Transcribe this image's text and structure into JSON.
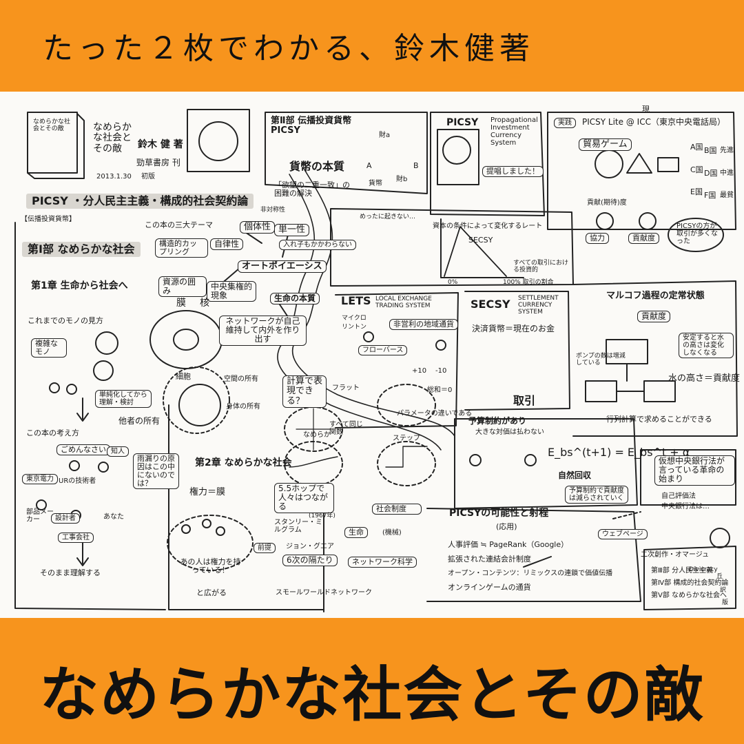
{
  "header": {
    "series_title": "たった２枚でわかる、鈴木健著"
  },
  "footer": {
    "book_title": "なめらかな社会とその敵"
  },
  "sketch": {
    "book_block": {
      "cover": "なめらかな社会とその敵",
      "title": "なめらかな社会とその敵",
      "author": "鈴木 健 著",
      "publisher": "勁草書房 刊",
      "date": "2013.1.30",
      "edition": "初版"
    },
    "picsy_header": "PICSY ・分人民主主義・構成的社会契約論",
    "picsy_note": "【伝播投資貨幣】",
    "three_themes": "この本の三大テーマ",
    "part1": "第Ⅰ部 なめらかな社会",
    "chapter1": "第1章 生命から社会へ",
    "old_view": "これまでのモノの見方",
    "complex": "複雑なモノ",
    "simplify": "単純化してから 理解・検討",
    "this_view": "この本の考え方",
    "company": "東京電力",
    "ur": "URの技術者",
    "maker": "部品メーカー",
    "designer": "設計者",
    "builder": "工事会社",
    "sorry": "ごめんなさい",
    "acquaint": "知人",
    "you": "あなた",
    "leak": "雨漏りの原因はこの中にないのでは？",
    "understand": "そのまま理解する",
    "kotai": "個体性",
    "hitaisho": "非対称性",
    "tanitsu": "単一性",
    "jiritsu": "自律性",
    "kouzou": "構造的カップリング",
    "ochikata": "入れ子もかかわらない",
    "autopoiesis": "オートポイエーシス",
    "shigen": "資源の囲み",
    "chuou": "中央集権的現象",
    "seimei": "生命の本質",
    "maku": "膜",
    "kaku": "核",
    "saibou": "細胞",
    "network_self": "ネットワークが自己維持して内外を作り出す",
    "kukan": "空間の所有",
    "shintai": "身体の所有",
    "tasha": "他者の所有",
    "keisan": "計算で表現できる？",
    "flat": "フラット",
    "kansuu": "すべて同じ関数",
    "param": "パラメータの違いである",
    "nameraka": "なめらか",
    "step": "ステップ",
    "chapter2": "第2章 なめらかな社会",
    "power": "権力＝膜",
    "five": "5.5ホップで人々はつながる",
    "year": "(1967年)",
    "milgram": "スタンリー・ミルグラム",
    "shugi": "前提",
    "jojin": "ジョン・グエア",
    "six": "6次の隔たり",
    "crowd": "あの人は権力を持っている！",
    "spread": "と広がる",
    "shakai": "社会制度",
    "seimei2": "生命",
    "kikai": "(機械)",
    "net_science": "ネットワーク科学",
    "small_world": "スモールワールドネットワーク",
    "part2": "第Ⅱ部 伝播投資貨幣 PICSY",
    "kahei": "貨幣の本質",
    "yokubou": "「欲望の二重一致」の困難の解決",
    "gasuri": "めったに起きない…",
    "zai_a": "財a",
    "zai_b": "財b",
    "a_label": "A",
    "b_label": "B",
    "kahei2": "貨幣",
    "secsy_peak": "SECSY",
    "curve_title": "資本の条件によって変化するレート",
    "all_trade": "すべての取引における投資的",
    "zero": "0%",
    "hundred": "100% 取引の割合",
    "lets": "LETS",
    "lets_full": "LOCAL EXCHANGE TRADING SYSTEM",
    "micro": "マイクロ",
    "michael": "リントン",
    "local_currency": "非営利の地域通貨",
    "flow": "フローバース",
    "plus10": "+10",
    "minus10": "-10",
    "sum_zero": "総和＝0",
    "picsy_box": "PICSY",
    "picsy_full": "Propagational Investment Currency System",
    "teian": "提唱しました！",
    "secsy": "SECSY",
    "secsy_full": "SETTLEMENT CURRENCY SYSTEM",
    "kessai": "決済貨幣＝現在のお金",
    "torihiki": "取引",
    "yosan": "予算制約があり",
    "ookina": "大きな対価は払わない",
    "formula": "E_bs^(t+1) = E_bs^t + α",
    "shizen": "自然回収",
    "yosan2": "予算制約で貢献度は減らされていく",
    "jissen": "実践",
    "picsy_lite": "PICSY Lite @ ICC（東京中央電話局）",
    "gen": "現",
    "boueki": "貿易ゲーム",
    "koken": "貢献(期待)度",
    "kyouryoku": "協力",
    "kouken": "貢献度",
    "picsy_game": "PICSYの方が取引が多くなった",
    "a_koku": "A国",
    "b_koku": "B国",
    "c_koku": "C国",
    "d_koku": "D国",
    "e_koku": "E国",
    "f_koku": "F国",
    "senshin": "先進",
    "chuto": "中進",
    "saihin": "最貧",
    "markov": "マルコフ過程の定常状態",
    "kouken_do": "貢献度",
    "suiatsu": "ポンプの数は増減している",
    "mizu": "水の高さ＝貢献度",
    "gyoretsu": "行列計算で求めることができる",
    "antei": "安定すると水の高さは変化しなくなる",
    "kasou": "仮想中央銀行法が言っている革命の始まり",
    "jiko": "自己評価法",
    "chuou_ginkou": "中央銀行法は…",
    "possibility": "PICSYの可能性と射程",
    "ouyou": "(応用)",
    "web": "ウェブページ",
    "pagerank": "人事評価 ≒ PageRank（Google）",
    "kaikei": "拡張された連結会計制度",
    "open": "オープン・コンテンツ：リミックスの連鎖で価値伝播",
    "online": "オンラインゲームの通貨",
    "nijou": "二次創作・オマージュ",
    "part3": "第Ⅲ部 分人民主主義",
    "part4": "第Ⅳ部 構成的社会契約論",
    "part5": "第Ⅴ部 なめらかな社会へ",
    "divicracy": "Divicracy",
    "sekka": "丘",
    "yaku": "訳",
    "han": "版"
  }
}
